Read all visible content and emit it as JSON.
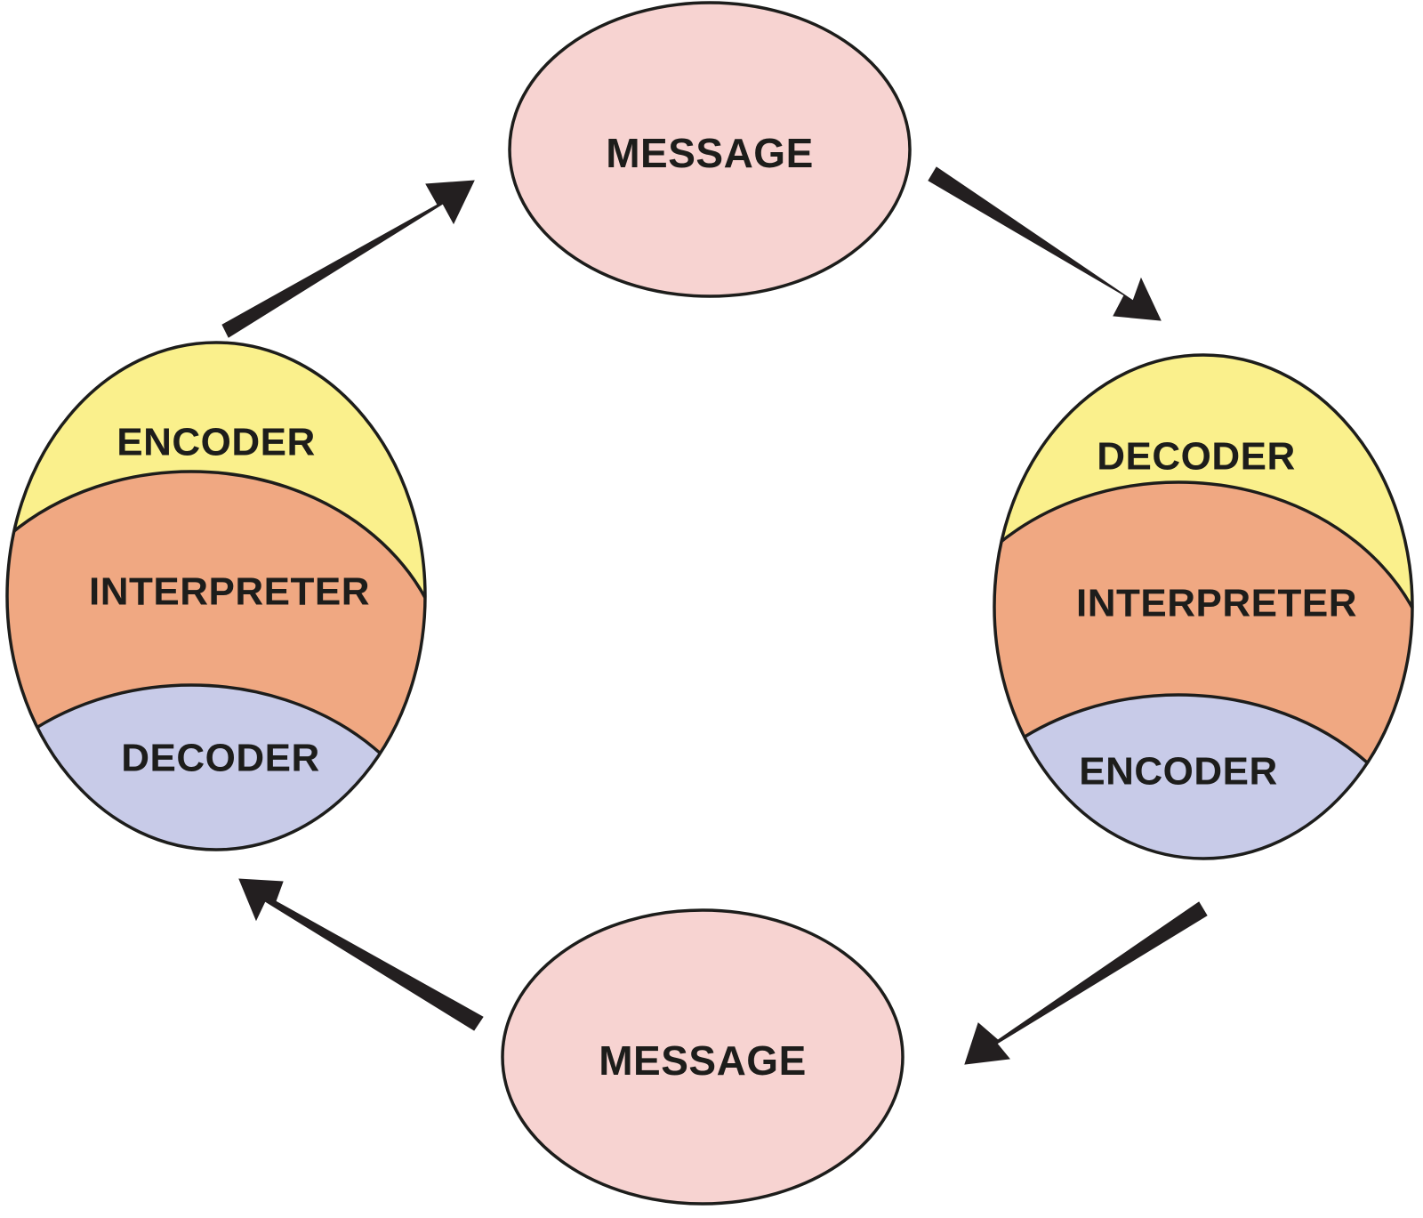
{
  "diagram": {
    "title": "Transactional model of communication cycle",
    "type": "cycle-diagram",
    "background_color": "#FFFFFF",
    "outline_color": "#1D1D1B"
  },
  "palette": {
    "message_pink": "#F7D3D1",
    "encoder_yellow": "#FAF08C",
    "interpreter_orange": "#F0A882",
    "decoder_lavender": "#C8CBE8",
    "stroke": "#1D1D1B",
    "text": "#1D1D1B",
    "arrow": "#231F20"
  },
  "nodes": {
    "message_top": {
      "label": "MESSAGE",
      "shape": "ellipse",
      "fill": "#F7D3D1",
      "position": "top-center"
    },
    "message_bottom": {
      "label": "MESSAGE",
      "shape": "ellipse",
      "fill": "#F7D3D1",
      "position": "bottom-center"
    },
    "communicator_left": {
      "name": "left-communicator",
      "position": "left",
      "segments": [
        {
          "label": "ENCODER",
          "fill": "#FAF08C",
          "band": "top"
        },
        {
          "label": "INTERPRETER",
          "fill": "#F0A882",
          "band": "middle"
        },
        {
          "label": "DECODER",
          "fill": "#C8CBE8",
          "band": "bottom"
        }
      ]
    },
    "communicator_right": {
      "name": "right-communicator",
      "position": "right",
      "segments": [
        {
          "label": "DECODER",
          "fill": "#FAF08C",
          "band": "top"
        },
        {
          "label": "INTERPRETER",
          "fill": "#F0A882",
          "band": "middle"
        },
        {
          "label": "ENCODER",
          "fill": "#C8CBE8",
          "band": "bottom"
        }
      ]
    }
  },
  "arrows": [
    {
      "name": "left-to-top-message",
      "from": "communicator_left",
      "to": "message_top",
      "direction": "up-right"
    },
    {
      "name": "top-message-to-right",
      "from": "message_top",
      "to": "communicator_right",
      "direction": "down-right"
    },
    {
      "name": "right-to-bottom-message",
      "from": "communicator_right",
      "to": "message_bottom",
      "direction": "down-left"
    },
    {
      "name": "bottom-message-to-left",
      "from": "message_bottom",
      "to": "communicator_left",
      "direction": "up-left"
    }
  ]
}
